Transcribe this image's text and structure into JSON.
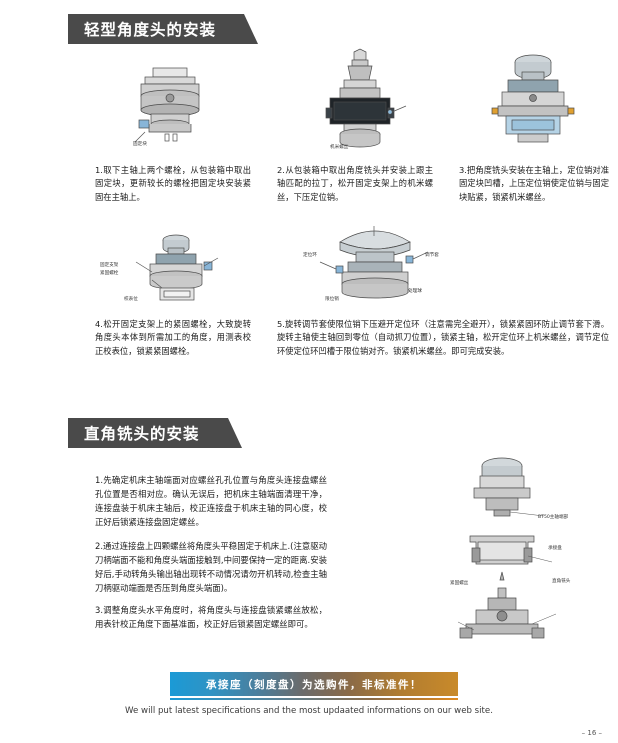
{
  "sections": [
    {
      "id": "light-angle-head",
      "header": "轻型角度头的安装",
      "steps": [
        {
          "num": "1",
          "text": "1.取下主轴上两个螺栓，从包装箱中取出固定块，更新较长的螺栓把固定块安装紧固在主轴上。",
          "captions": [
            "固定块"
          ]
        },
        {
          "num": "2",
          "text": "2.从包装箱中取出角度铣头并安装上跟主轴匹配的拉丁，松开固定支架上的机米螺丝，下压定位销。",
          "captions": [
            "机米螺丝"
          ]
        },
        {
          "num": "3",
          "text": "3.把角度铣头安装在主轴上，定位销对准固定块凹槽，上压定位销使定位销与固定块贴紧，锁紧机米螺丝。",
          "captions": []
        },
        {
          "num": "4",
          "text": "4.松开固定支架上的紧固螺栓，大致旋转角度头本体到所需加工的角度，用测表校正校表位，锁紧紧固螺栓。",
          "captions": [
            "固定支架",
            "紧固螺栓",
            "校表位"
          ]
        },
        {
          "num": "5",
          "text": "5.旋转调节套使限位销下压避开定位环（注意需完全避开），锁紧紧固环防止调节套下滑。旋转主轴使主轴回到零位（自动抓刀位置），锁紧主轴，松开定位环上机米螺丝，调节定位环使定位环凹槽于限位销对齐。锁紧机米螺丝。即可完成安装。",
          "captions": [
            "定位环",
            "调节套",
            "限位销",
            "处理球"
          ]
        }
      ]
    },
    {
      "id": "right-angle-head",
      "header": "直角铣头的安装",
      "paragraphs": [
        "1.先确定机床主轴端面对应螺丝孔孔位置与角度头连接盘螺丝孔位置是否相对应。确认无误后，把机床主轴端面清理干净，连接盘装于机床主轴后，校正连接盘于机床主轴的同心度，校正好后锁紧连接盘固定螺丝。",
        "2.通过连接盘上四颗螺丝将角度头平稳固定于机床上.(注意驱动刀柄端面不能和角度头端面接触到,中间要保持一定的距离.安装好后,手动转角头输出轴出现转不动情况请勿开机转动,检查主轴刀柄驱动端面是否压到角度头端面)。",
        "3.调整角度头水平角度时，将角度头与连接盘锁紧螺丝放松，用表针校正角度下面基准面，校正好后锁紧固定螺丝即可。"
      ],
      "diagram_labels": [
        "BT50主轴端部",
        "承接盘",
        "直角铣头",
        "紧固螺丝"
      ]
    }
  ],
  "promo": {
    "text": "承接座（刻度盘）为选购件，非标准件！",
    "gradient_start": "#1b9ad6",
    "gradient_end": "#c98a2a"
  },
  "footer": {
    "note": "We will put latest specifications and the most updaated informations on our web site.",
    "page_number": "– 16 –"
  }
}
